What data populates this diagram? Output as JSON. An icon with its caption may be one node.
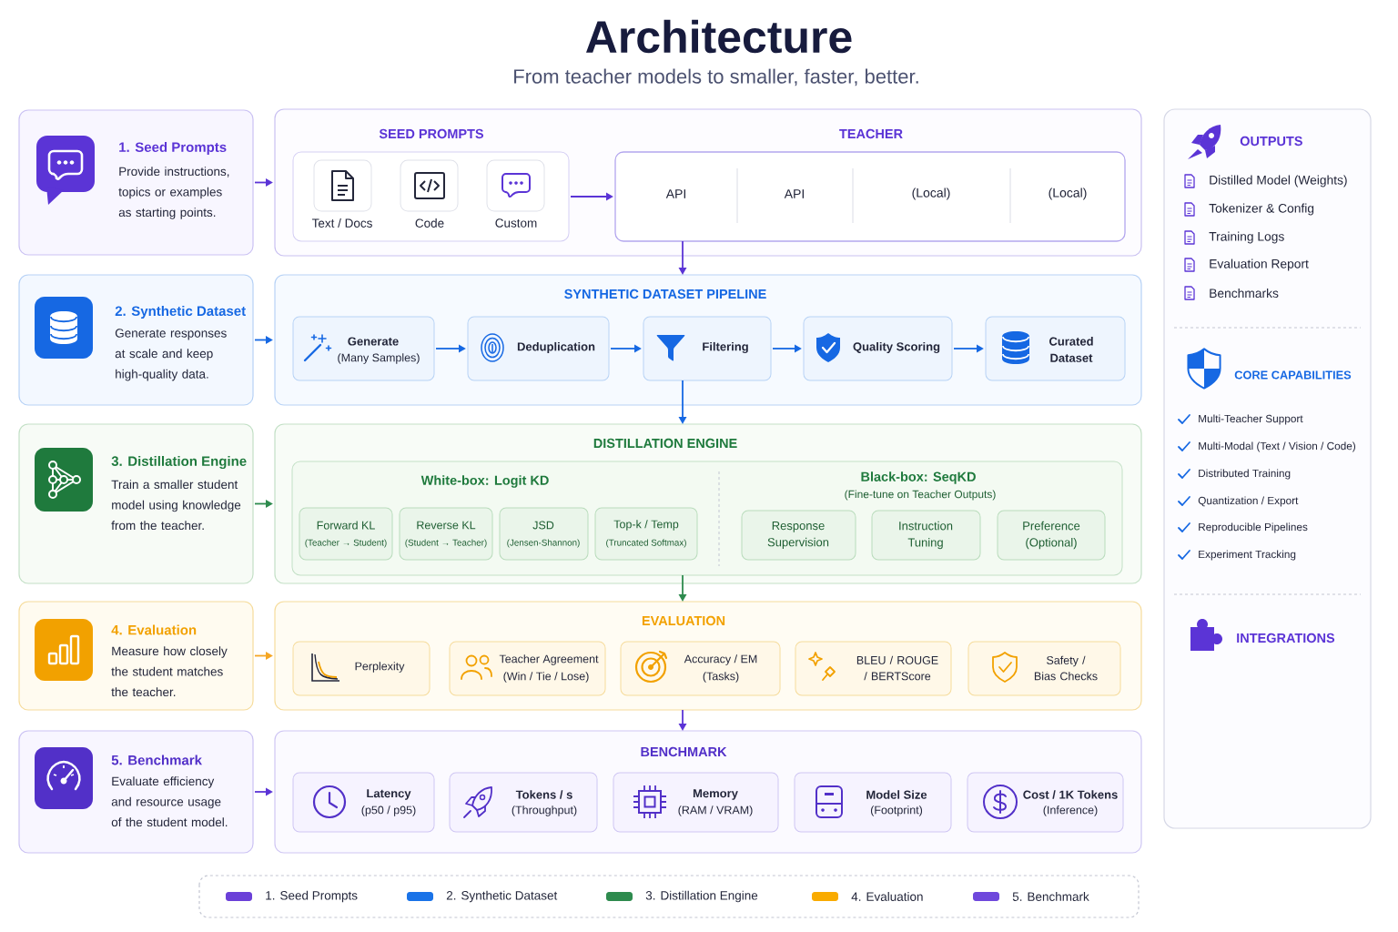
{
  "diagram": {
    "title": "Architecture",
    "nodes": [
      {
        "text": [
          "1. Seed Prompts",
          "Provide instructions, topics or examples as starting points."
        ]
      },
      {
        "text": [],
        "shape": "box"
      },
      {
        "text": [
          "SEED PROMPTS"
        ],
        "in": 1
      },
      {
        "text": [
          "Text / Docs"
        ],
        "in": 2
      },
      {
        "text": [
          "Code"
        ],
        "in": 2
      },
      {
        "text": [
          "Custom"
        ],
        "in": 2
      },
      {
        "text": [
          "TEACHER"
        ],
        "in": 1
      },
      {
        "text": [
          "2. Synthetic Dataset",
          "Generate responses at scale and keep high-quality data."
        ]
      },
      {
        "text": [
          "SYNTHETIC DATASET PIPELINE"
        ]
      },
      {
        "text": [
          "Generate",
          "(Many Samples)"
        ],
        "in": 8
      },
      {
        "text": [
          "Deduplication"
        ],
        "in": 8
      },
      {
        "text": [
          "Filtering"
        ],
        "in": 8
      },
      {
        "text": [
          "Quality Scoring"
        ],
        "in": 8
      },
      {
        "text": [
          "Curated Dataset"
        ],
        "in": 8
      },
      {
        "text": [
          "3. Distillation Engine",
          "Train a smaller student model using knowledge from the teacher."
        ]
      },
      {
        "text": [
          "DISTILLATION ENGINE"
        ]
      },
      {
        "text": [
          "White-box: Logit KD",
          "Black-box: SeqKD",
          "(Fine-tune on Teacher Outputs)"
        ],
        "in": 15
      },
      {
        "text": [
          "Forward KL",
          "(Teacher → Student)"
        ],
        "in": 16
      },
      {
        "text": [
          "Reverse KL",
          "(Student → Teacher)"
        ],
        "in": 16
      },
      {
        "text": [
          "JSD",
          "(Jensen-Shannon)"
        ],
        "in": 16
      },
      {
        "text": [
          "Top-k / Temp",
          "(Truncated Softmax)"
        ],
        "in": 16
      },
      {
        "text": [
          "Response Supervision"
        ],
        "in": 16
      },
      {
        "text": [
          "Instruction Tuning"
        ],
        "in": 16
      },
      {
        "text": [
          "Preference (Optional)"
        ],
        "in": 16
      },
      {
        "text": [
          "4. Evaluation",
          "Measure how closely the student matches the teacher."
        ]
      },
      {
        "text": [
          "EVALUATION"
        ]
      },
      {
        "text": [
          "Perplexity"
        ],
        "in": 25
      },
      {
        "text": [
          "Teacher Agreement",
          "(Win / Tie / Lose)"
        ],
        "in": 25
      },
      {
        "text": [
          "Accuracy / EM",
          "(Tasks)"
        ],
        "in": 25
      },
      {
        "text": [
          "BLEU / ROUGE / BERTScore"
        ],
        "in": 25
      },
      {
        "text": [
          "Safety / Bias Checks"
        ],
        "in": 25
      },
      {
        "text": [
          "5. Benchmark",
          "Evaluate efficiency and resource usage of the student model."
        ]
      },
      {
        "text": [
          "BENCHMARK"
        ]
      },
      {
        "text": [
          "Latency",
          "(p50 / p95)"
        ],
        "in": 32
      },
      {
        "text": [
          "Tokens / s",
          "(Throughput)"
        ],
        "in": 32
      },
      {
        "text": [
          "Memory",
          "(RAM / VRAM)"
        ],
        "in": 32
      },
      {
        "text": [
          "Model Size",
          "(Footprint)"
        ],
        "in": 32
      },
      {
        "text": [
          "Cost / 1K Tokens",
          "(Inference)"
        ],
        "in": 32
      },
      {
        "text": [
          "OUTPUTS",
          "Distilled Model (Weights)",
          "Tokenizer & Config",
          "Training Logs",
          "Evaluation Report",
          "Benchmarks",
          "CORE CAPABILITIES",
          "Multi-Teacher Support",
          "Multi-Modal (Text / Vision / Code)",
          "Distributed Training",
          "Quantization / Export",
          "Reproducible Pipelines",
          "Experiment Tracking",
          "INTEGRATIONS"
        ]
      }
    ],
    "edges": [
      {
        "from": 0,
        "to": 1,
        "arrow": "to",
        "color": "#5b34d6"
      },
      {
        "from": 2,
        "to": 6,
        "arrow": "to",
        "color": "#5b34d6"
      },
      {
        "from": 6,
        "to": 8,
        "arrow": "to",
        "color": "#5b34d6"
      },
      {
        "from": 7,
        "to": 8,
        "arrow": "to"
      },
      {
        "from": 9,
        "to": 10,
        "arrow": "to"
      },
      {
        "from": 10,
        "to": 11,
        "arrow": "to"
      },
      {
        "from": 11,
        "to": 12,
        "arrow": "to"
      },
      {
        "from": 12,
        "to": 13,
        "arrow": "to"
      },
      {
        "from": 11,
        "to": 15,
        "arrow": "to"
      },
      {
        "from": 14,
        "to": 15,
        "arrow": "to",
        "color": "#2e8b4e"
      },
      {
        "from": 16,
        "to": 25,
        "arrow": "to",
        "color": "#2e8b4e"
      },
      {
        "from": 24,
        "to": 25,
        "arrow": "to",
        "color": "#f5a623"
      },
      {
        "from": 25,
        "to": 32,
        "arrow": "to",
        "color": "#5b34d6"
      },
      {
        "from": 31,
        "to": 32,
        "arrow": "to",
        "color": "#5b34d6"
      }
    ],
    "labels": [
      "From teacher models to smaller, faster, better.",
      "API",
      "API",
      "(Local)",
      "(Local)"
    ],
    "legend": [
      {
        "text": "1. Seed Prompts",
        "color": "#6b40d8"
      },
      {
        "text": "2. Synthetic Dataset",
        "color": "#1a73e8"
      },
      {
        "text": "3. Distillation Engine",
        "color": "#2e8b4e"
      },
      {
        "text": "4. Evaluation",
        "color": "#f9ab00"
      },
      {
        "text": "5. Benchmark",
        "color": "#6f48dc"
      }
    ]
  }
}
